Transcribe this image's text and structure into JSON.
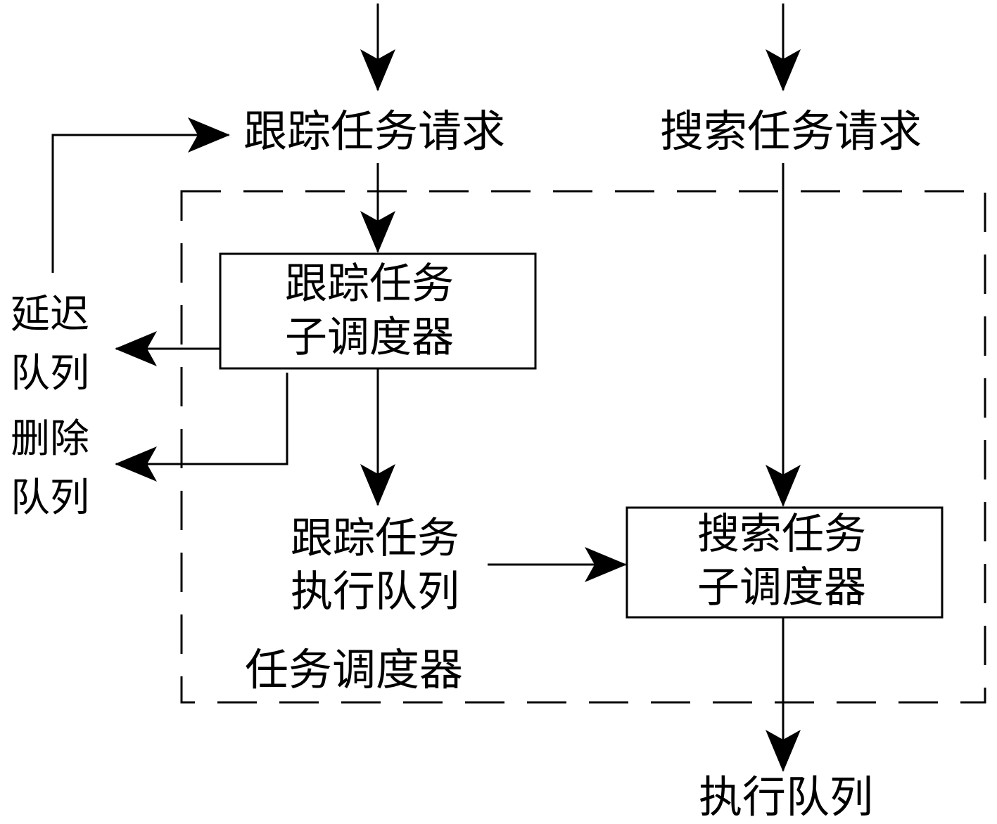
{
  "inputs": {
    "tracking_request": "跟踪任务请求",
    "search_request": "搜索任务请求"
  },
  "scheduler": {
    "title": "任务调度器",
    "tracking_sub": [
      "跟踪任务",
      "子调度器"
    ],
    "search_sub": [
      "搜索任务",
      "子调度器"
    ],
    "tracking_exec_queue": [
      "跟踪任务",
      "执行队列"
    ]
  },
  "outputs": {
    "delay_queue": [
      "延迟",
      "队列"
    ],
    "delete_queue": [
      "删除",
      "队列"
    ],
    "exec_queue": "执行队列"
  }
}
